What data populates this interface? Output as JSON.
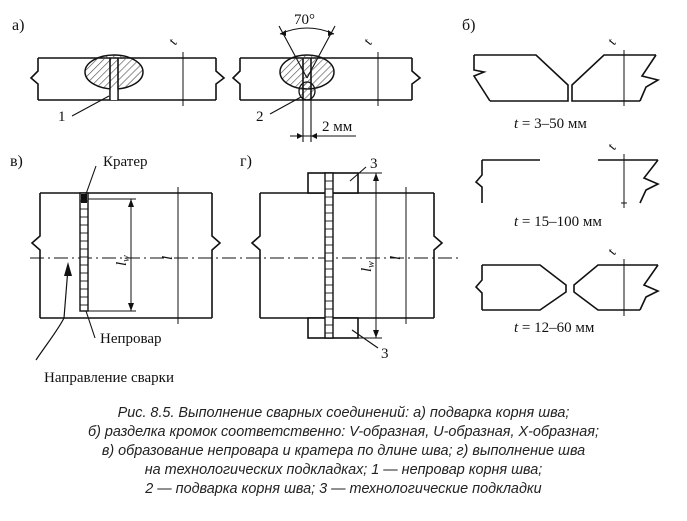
{
  "panels": {
    "a": "а)",
    "b": "б)",
    "v": "в)",
    "g": "г)"
  },
  "labels": {
    "angle": "70°",
    "gap": "2 мм",
    "t": "t",
    "lw": "l",
    "lw_sub": "w",
    "l": "l",
    "callout_1": "1",
    "callout_2": "2",
    "callout_3_top": "3",
    "callout_3_bottom": "3",
    "crater": "Кратер",
    "incomplete": "Непровар",
    "direction": "Направление сварки"
  },
  "bevels": {
    "v": {
      "t": "t",
      "range": " = 3–50 мм"
    },
    "u": {
      "t": "t",
      "range": " = 15–100 мм"
    },
    "x": {
      "t": "t",
      "range": " = 12–60 мм"
    }
  },
  "caption": [
    "Рис. 8.5. Выполнение сварных соединений: а) подварка корня шва;",
    "б) разделка кромок соответственно: V-образная, U-образная, X-образная;",
    "в) образование непровара и кратера по длине шва; г) выполнение шва",
    "на технологических подкладках; 1 — непровар корня шва;",
    "2 — подварка корня шва; 3 — технологические подкладки"
  ],
  "colors": {
    "ink": "#111111",
    "hatch": "#555555",
    "caption": "#222222"
  }
}
